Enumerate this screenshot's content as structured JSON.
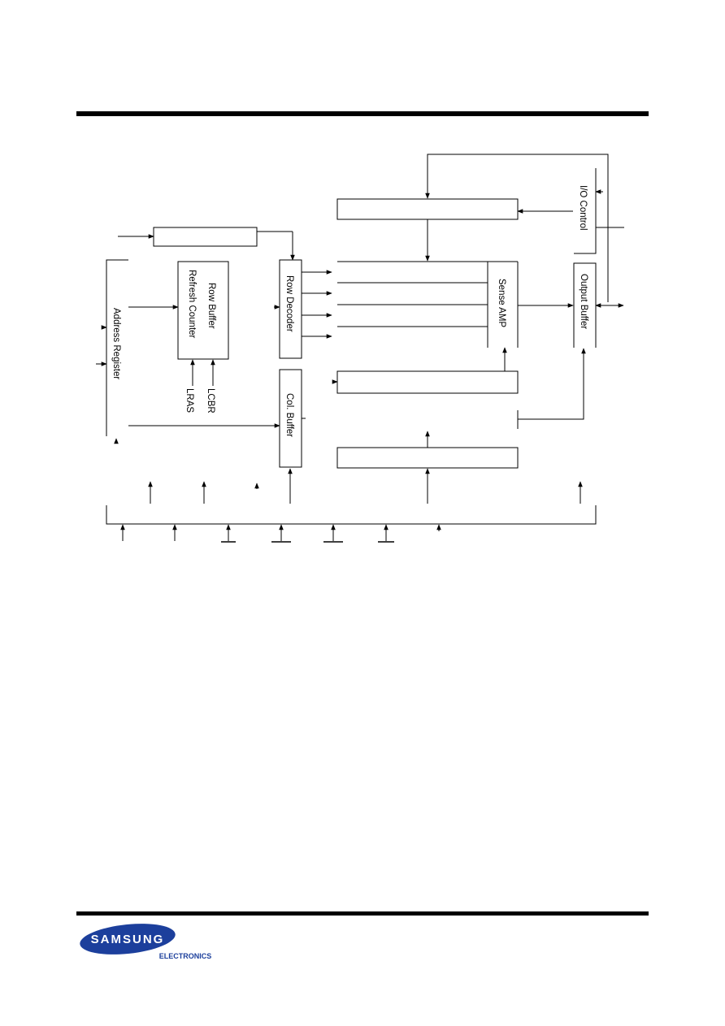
{
  "header": {},
  "diagram": {
    "blocks": {
      "address_register": "Address Register",
      "row_buffer_line1": "Row Buffer",
      "row_buffer_line2": "Refresh Counter",
      "row_decoder": "Row Decoder",
      "col_buffer": "Col. Buffer",
      "sense_amp": "Sense AMP",
      "output_buffer": "Output Buffer",
      "io_control": "I/O Control"
    },
    "signals": {
      "lcbr": "LCBR",
      "lras": "LRAS"
    }
  },
  "footer": {
    "logo_brand": "SAMSUNG",
    "logo_sub": "ELECTRONICS",
    "brand_color": "#1c3f9c"
  }
}
